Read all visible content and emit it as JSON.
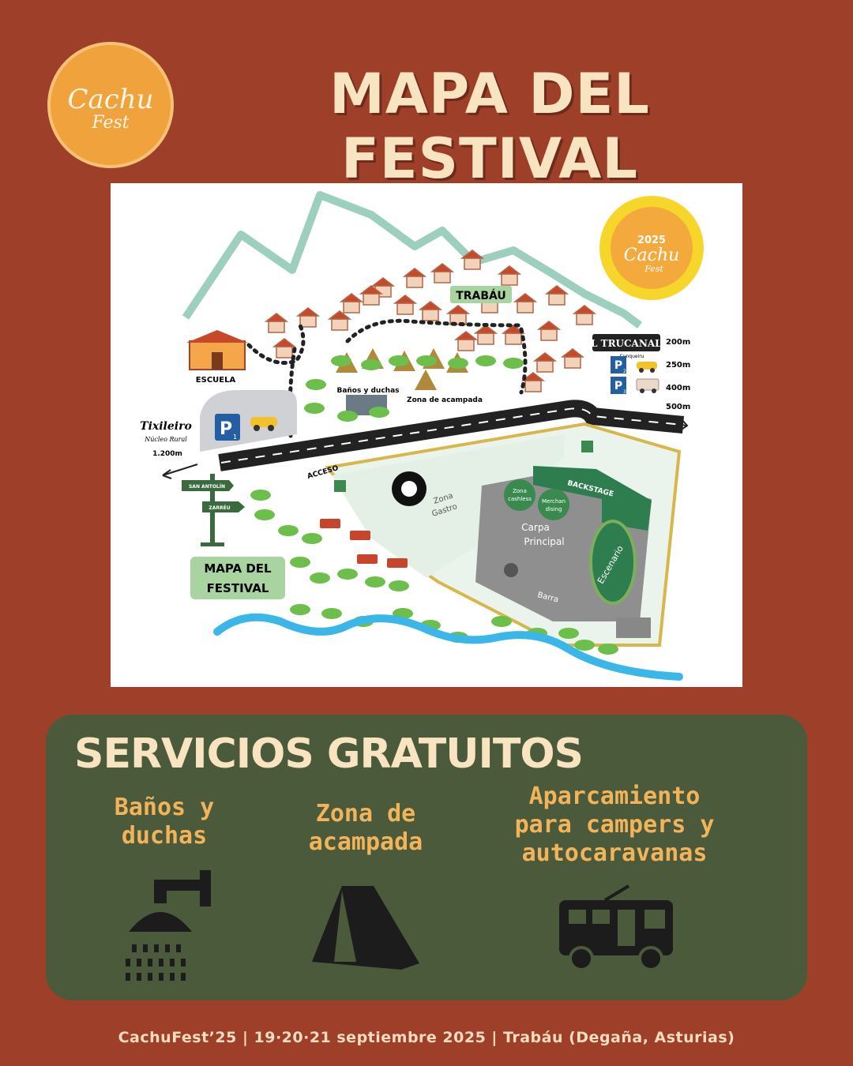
{
  "header": {
    "logo_line1": "Cachu",
    "logo_line2": "Fest",
    "title": "MAPA DEL FESTIVAL"
  },
  "map": {
    "sun_year": "2025",
    "sun_brand": "Cachu",
    "sun_brand2": "Fest",
    "village": "TRABÁU",
    "school": "ESCUELA",
    "baths": "Baños y duchas",
    "camping": "Zona de acampada",
    "trucanal": "IL TRUCANAL",
    "trucanal_sub": "Cunqueiru",
    "distances": [
      "200m",
      "250m",
      "400m",
      "500m"
    ],
    "parking": [
      "P",
      "P",
      "P"
    ],
    "parking_sub": [
      "1",
      "2",
      "3"
    ],
    "tixileiro": "Tixileiro",
    "tixileiro_sub": "Núcleo Rural",
    "tixileiro_dist": "1.200m",
    "access": "ACCESO",
    "sign_1": "SAN ANTOLÍN",
    "sign_2": "ZARRÉU",
    "zona_gastro_1": "Zona",
    "zona_gastro_2": "Gastro",
    "backstage": "BACKSTAGE",
    "cashless_1": "Zona",
    "cashless_2": "cashless",
    "merch_1": "Merchan",
    "merch_2": "dising",
    "carpa_1": "Carpa",
    "carpa_2": "Principal",
    "escenario": "Escenario",
    "barra": "Barra",
    "label_1": "MAPA DEL",
    "label_2": "FESTIVAL"
  },
  "services": {
    "title": "SERVICIOS GRATUITOS",
    "items": [
      {
        "line1": "Baños y",
        "line2": "duchas",
        "icon": "shower-icon"
      },
      {
        "line1": "Zona de",
        "line2": "acampada",
        "icon": "tent-icon"
      },
      {
        "line1": "Aparcamiento",
        "line2": "para campers y",
        "line3": "autocaravanas",
        "icon": "camper-van-icon"
      }
    ]
  },
  "footer": {
    "text": "CachuFest’25 | 19·20·21 septiembre 2025 | Trabáu (Degaña, Asturias)"
  },
  "colors": {
    "background": "#9e4029",
    "panel": "#4b5a3b",
    "accent": "#f2b45a",
    "cream": "#f9e4c1",
    "logo": "#f0a23c",
    "map_green": "#2e7d4f"
  }
}
